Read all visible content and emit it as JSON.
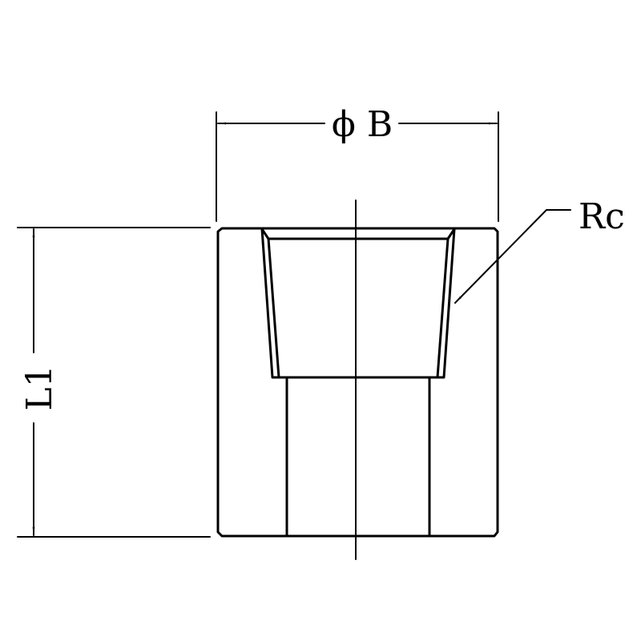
{
  "labels": {
    "diameter": "ϕ B",
    "length": "L1",
    "thread": "Rc"
  },
  "colors": {
    "line": "#000000",
    "background": "#ffffff"
  }
}
